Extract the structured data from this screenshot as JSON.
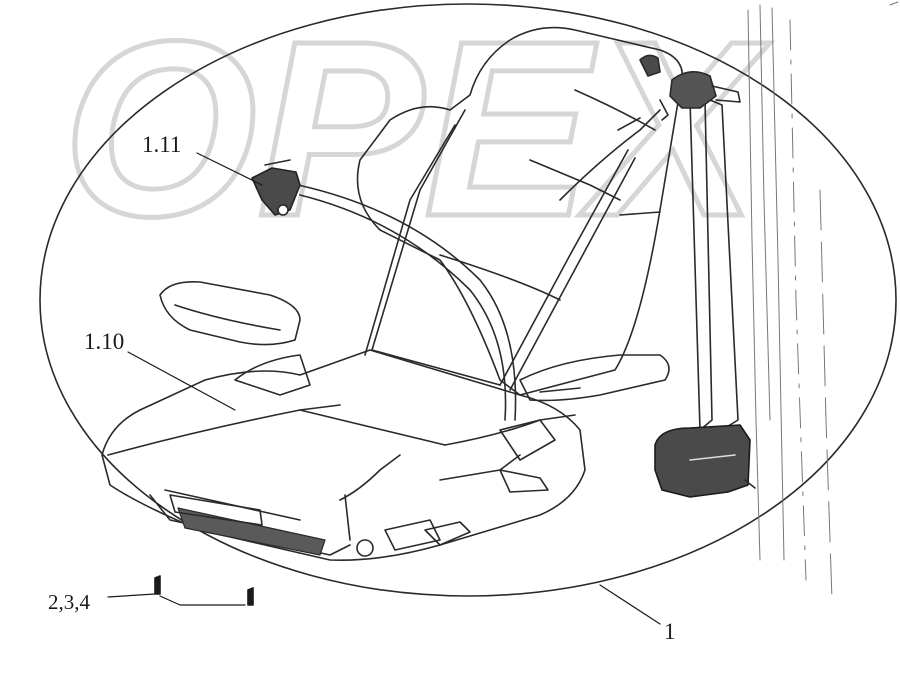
{
  "callouts": {
    "belt_buckle": "1.11",
    "seat": "1.10",
    "assembly": "1",
    "fasteners": "2,3,4"
  },
  "watermark": {
    "text": "OPEX",
    "color": "#d9d9d9"
  },
  "colors": {
    "line": "#2a2a2a",
    "shade": "#3a3a3a",
    "paper": "#ffffff"
  }
}
